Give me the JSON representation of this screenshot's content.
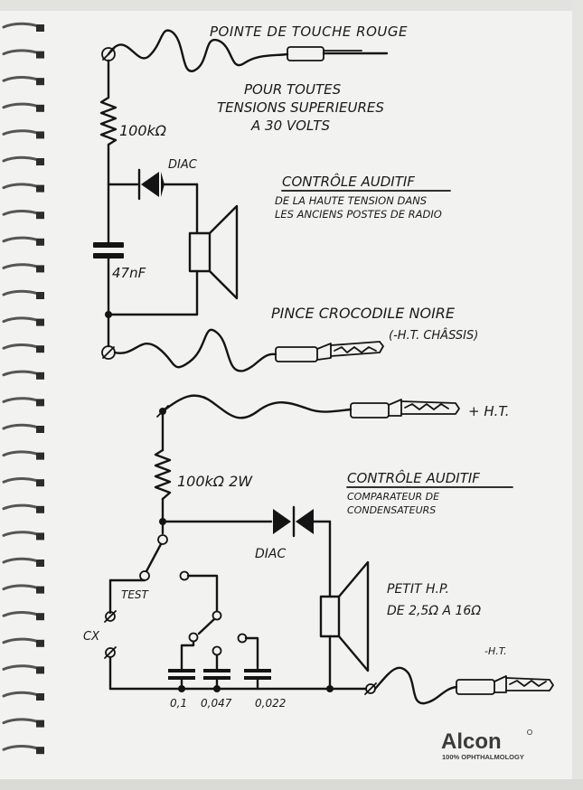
{
  "top_circuit": {
    "probe_label": "POINTE DE TOUCHE ROUGE",
    "note_line1": "POUR TOUTES",
    "note_line2": "TENSIONS SUPERIEURES",
    "note_line3": "A 30 VOLTS",
    "resistor_label": "100kΩ",
    "diac_label": "DIAC",
    "capacitor_label": "47nF",
    "title": "CONTRÔLE AUDITIF",
    "desc_line1": "DE LA HAUTE TENSION DANS",
    "desc_line2": "LES ANCIENS POSTES DE RADIO",
    "clip_label": "PINCE CROCODILE NOIRE",
    "clip_sublabel": "(-H.T. CHÂSSIS)"
  },
  "bottom_circuit": {
    "plus_ht_label": "+ H.T.",
    "resistor_label": "100kΩ 2W",
    "title": "CONTRÔLE AUDITIF",
    "desc_line1": "COMPARATEUR DE",
    "desc_line2": "CONDENSATEURS",
    "diac_label": "DIAC",
    "test_label": "TEST",
    "cx_label": "CX",
    "speaker_line1": "PETIT H.P.",
    "speaker_line2": "DE 2,5Ω A 16Ω",
    "minus_ht_label": "-H.T.",
    "cap_values": [
      "0,1",
      "0,047",
      "0,022"
    ]
  },
  "logo": {
    "brand": "Alcon",
    "tagline": "100% OPHTHALMOLOGY"
  }
}
